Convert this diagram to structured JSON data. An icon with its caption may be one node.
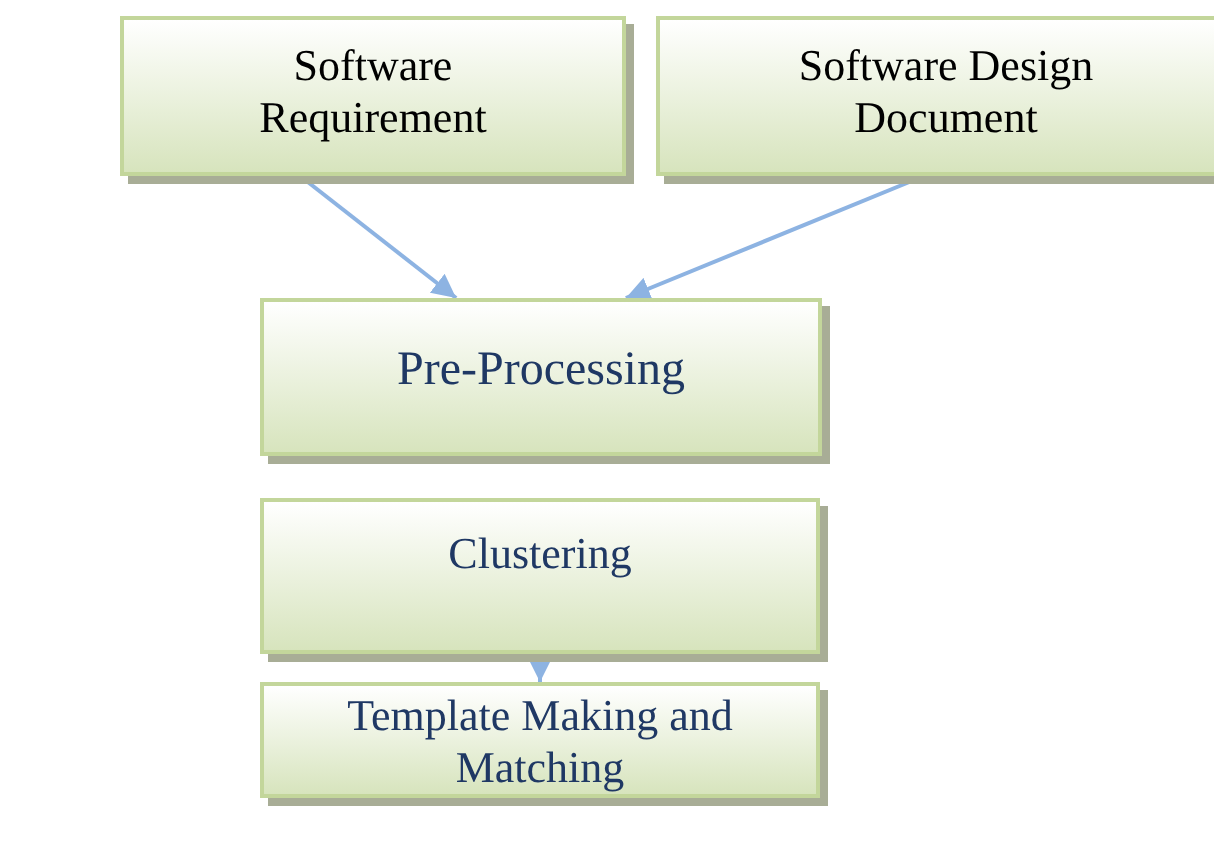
{
  "diagram": {
    "nodes": [
      {
        "text": [
          "Software Requirement"
        ]
      },
      {
        "text": [
          "Software Design Document"
        ]
      },
      {
        "text": [
          "Pre-Processing"
        ]
      },
      {
        "text": [
          "Clustering"
        ]
      },
      {
        "text": [
          "Template Making and Matching"
        ]
      }
    ],
    "edges": [
      {
        "from": 0,
        "to": 2,
        "arrow": "to"
      },
      {
        "from": 1,
        "to": 2,
        "arrow": "to"
      },
      {
        "from": 3,
        "to": 4,
        "arrow": "to"
      }
    ]
  }
}
